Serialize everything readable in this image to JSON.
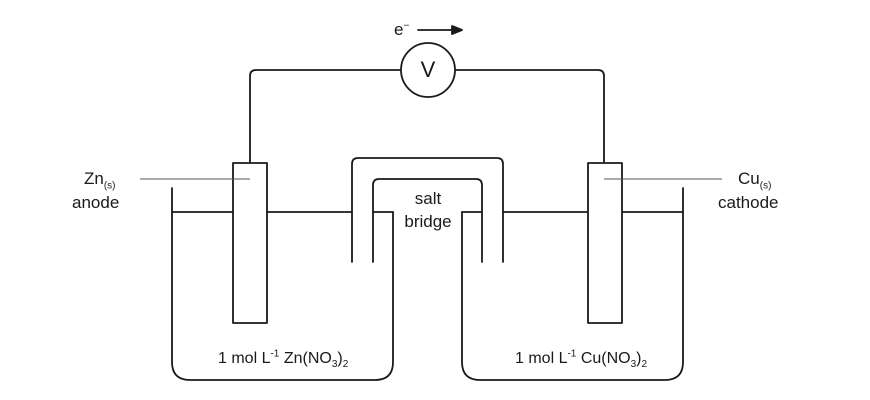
{
  "electron_flow": {
    "symbol": "e",
    "charge": "−"
  },
  "voltmeter": {
    "symbol": "V"
  },
  "left_electrode": {
    "element": "Zn",
    "state": "(s)",
    "role": "anode"
  },
  "right_electrode": {
    "element": "Cu",
    "state": "(s)",
    "role": "cathode"
  },
  "salt_bridge": {
    "line1": "salt",
    "line2": "bridge"
  },
  "left_solution": {
    "prefix": "1 mol L",
    "exponent": "-1",
    "formula_a": " Zn(NO",
    "sub_a": "3",
    "formula_b": ")",
    "sub_b": "2"
  },
  "right_solution": {
    "prefix": "1 mol L",
    "exponent": "-1",
    "formula_a": " Cu(NO",
    "sub_a": "3",
    "formula_b": ")",
    "sub_b": "2"
  },
  "colors": {
    "stroke": "#1a1a1a",
    "leader": "#555555",
    "background": "#ffffff"
  }
}
